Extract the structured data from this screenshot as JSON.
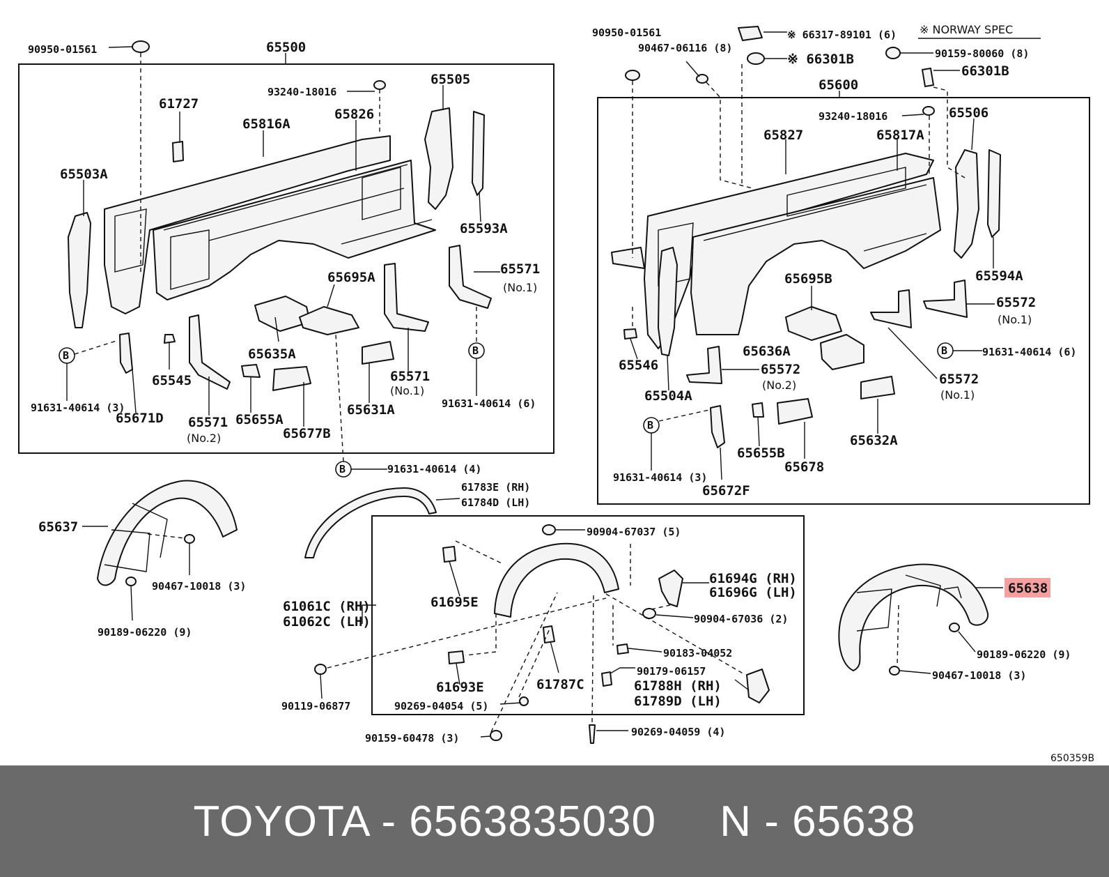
{
  "labels": {
    "L1": "90950-01561",
    "L2": "65500",
    "L3": "93240-18016",
    "L4": "65505",
    "L5": "61727",
    "L6": "65816A",
    "L7": "65826",
    "L8": "65503A",
    "L9": "65593A",
    "L10": "65571",
    "L11": "(No.1)",
    "L12": "65695A",
    "L13": "65635A",
    "L14": "65545",
    "L15": "91631-40614 (3)",
    "L16": "65671D",
    "L17": "65571",
    "L18": "(No.2)",
    "L19": "65655A",
    "L20": "65677B",
    "L21": "65631A",
    "L22": "65571",
    "L23": "(No.1)",
    "L24": "91631-40614 (6)",
    "L25": "91631-40614 (4)",
    "R1": "90950-01561",
    "R2": "90467-06116 (8)",
    "R3": "※ 66317-89101 (6)",
    "R4": "※ 66301B",
    "R5": "※ NORWAY SPEC",
    "R6": "90159-80060 (8)",
    "R7": "66301B",
    "R8": "65600",
    "R9": "93240-18016",
    "R10": "65506",
    "R11": "65827",
    "R12": "65817A",
    "R13": "65695B",
    "R14": "65594A",
    "R15": "65572",
    "R16": "(No.1)",
    "R17": "91631-40614 (6)",
    "R18": "65546",
    "R19": "65636A",
    "R20": "65572",
    "R21": "(No.2)",
    "R22": "65572",
    "R23": "(No.1)",
    "R24": "65504A",
    "R25": "91631-40614 (3)",
    "R26": "65655B",
    "R27": "65678",
    "R28": "65632A",
    "R29": "65672F",
    "B1": "65637",
    "B2": "90467-10018 (3)",
    "B3": "90189-06220 (9)",
    "B4": "61783E (RH)",
    "B5": "61784D (LH)",
    "B6": "90904-67037 (5)",
    "B7": "61694G (RH)",
    "B8": "61696G (LH)",
    "B9": "61695E",
    "B10": "61061C (RH)",
    "B11": "61062C (LH)",
    "B12": "90904-67036 (2)",
    "B13": "90183-04052",
    "B14": "90179-06157",
    "B15": "61788H (RH)",
    "B16": "61789D (LH)",
    "B17": "61693E",
    "B18": "61787C",
    "B19": "90119-06877",
    "B20": "90269-04054 (5)",
    "B21": "90159-60478 (3)",
    "B22": "90269-04059 (4)",
    "B23": "65638",
    "B24": "90189-06220 (9)",
    "B25": "90467-10018 (3)",
    "code": "650359B",
    "B": "B"
  },
  "highlight_color": "#f4a0a0",
  "footer": {
    "text": "TOYOTA - 6563835030     N - 65638"
  }
}
